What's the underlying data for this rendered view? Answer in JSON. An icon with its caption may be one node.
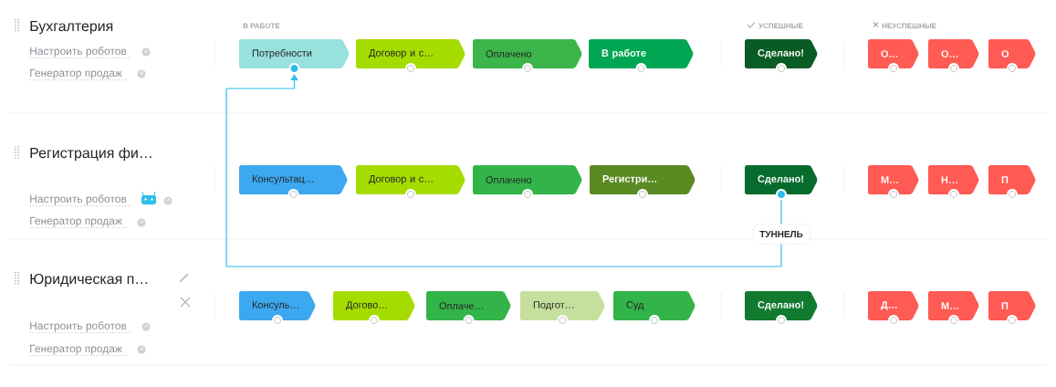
{
  "diagram": {
    "nodes": [
      {
        "text": [
          "Потребности"
        ]
      },
      {
        "text": [
          "Договор и с…"
        ]
      },
      {
        "text": [
          "Оплачено"
        ]
      },
      {
        "text": [
          "В работе"
        ]
      },
      {
        "text": [
          "Сделано!"
        ]
      },
      {
        "text": [
          "О…"
        ]
      },
      {
        "text": [
          "О…"
        ]
      },
      {
        "text": [
          "О"
        ]
      },
      {
        "text": [
          "Консультац…"
        ]
      },
      {
        "text": [
          "Договор и с…"
        ]
      },
      {
        "text": [
          "Оплачено"
        ]
      },
      {
        "text": [
          "Регистри…"
        ]
      },
      {
        "text": [
          "Сделано!"
        ]
      },
      {
        "text": [
          "М…"
        ]
      },
      {
        "text": [
          "Н…"
        ]
      },
      {
        "text": [
          "П"
        ]
      },
      {
        "text": [
          "Консуль…"
        ]
      },
      {
        "text": [
          "Догово…"
        ]
      },
      {
        "text": [
          "Оплаче…"
        ]
      },
      {
        "text": [
          "Подгот…"
        ]
      },
      {
        "text": [
          "Суд"
        ]
      },
      {
        "text": [
          "Сделано!"
        ]
      },
      {
        "text": [
          "Д…"
        ]
      },
      {
        "text": [
          "М…"
        ]
      },
      {
        "text": [
          "П"
        ]
      }
    ],
    "edges": [
      {
        "from": 12,
        "to": 0,
        "arrow": "to",
        "label": "ТУННЕЛЬ"
      }
    ],
    "labels": [
      "Бухгалтерия",
      "В РАБОТЕ",
      "УСПЕШНЫЕ",
      "НЕУСПЕШНЫЕ",
      "Настроить роботов",
      "Генератор продаж",
      "Регистрация фи…",
      "Настроить роботов",
      "Генератор продаж",
      "Юридическая п…",
      "Настроить роботов",
      "Генератор продаж"
    ]
  }
}
